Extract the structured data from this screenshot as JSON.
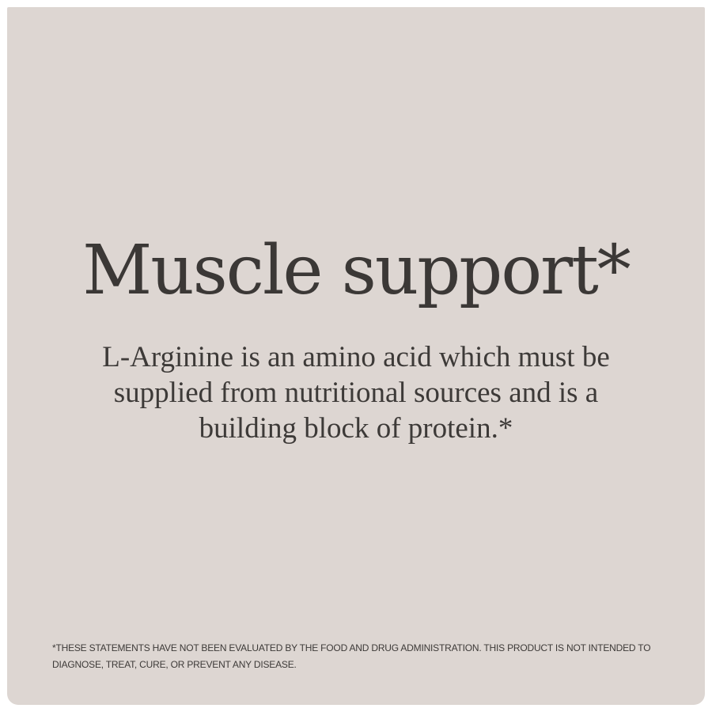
{
  "card": {
    "background_color": "#ddd6d2",
    "text_color": "#3d3a38"
  },
  "headline": "Muscle support*",
  "body": {
    "lines": [
      "L-Arginine is an amino acid which must be",
      "supplied from nutritional sources and is a",
      "building block of protein.*"
    ]
  },
  "disclaimer": {
    "lines": [
      "*THESE STATEMENTS HAVE NOT BEEN EVALUATED BY THE FOOD AND DRUG ADMINISTRATION. THIS PRODUCT IS NOT INTENDED TO",
      "DIAGNOSE, TREAT, CURE, OR PREVENT ANY DISEASE."
    ]
  }
}
